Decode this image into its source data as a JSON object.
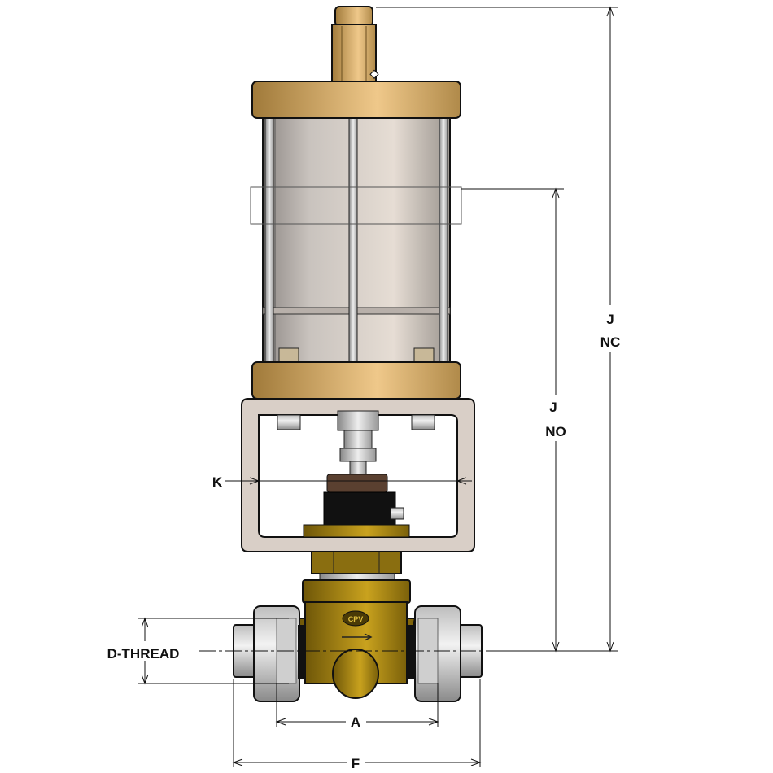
{
  "diagram": {
    "dimensions": {
      "j_nc": {
        "letter": "J",
        "suffix": "NC"
      },
      "j_no": {
        "letter": "J",
        "suffix": "NO"
      },
      "k": "K",
      "d_thread": "D-THREAD",
      "a": "A",
      "f": "F"
    },
    "body_logo": "CPV",
    "colors": {
      "brass": "#c9a25a",
      "body": "#9a7a10",
      "cylinder": "#d8d0c8",
      "yoke": "#d6ccc4"
    }
  }
}
